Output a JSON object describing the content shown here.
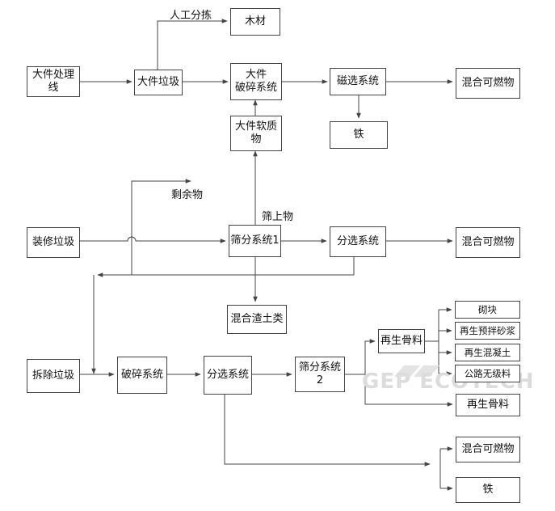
{
  "diagram": {
    "nodes": {
      "large_line": "大件处理线",
      "large_waste": "大件垃圾",
      "wood": "木材",
      "large_crush": "大件\n破碎系统",
      "magnetic": "磁选系统",
      "mixed_fuel_1": "混合可燃物",
      "iron_1": "铁",
      "large_soft": "大件软质物",
      "decoration_waste": "装修垃圾",
      "screen_1": "筛分系统1",
      "sort_1": "分选系统",
      "mixed_fuel_2": "混合可燃物",
      "mixed_soil": "混合渣土类",
      "demolition_waste": "拆除垃圾",
      "crush": "破碎系统",
      "sort_2": "分选系统",
      "screen_2": "筛分系统2",
      "recycled_agg_1": "再生骨料",
      "brick": "砌块",
      "premix_mortar": "再生预拌砂浆",
      "recycled_concrete": "再生混凝土",
      "road_material": "公路无级料",
      "recycled_agg_2": "再生骨料",
      "mixed_fuel_3": "混合可燃物",
      "iron_2": "铁"
    },
    "edge_labels": {
      "manual_sort": "人工分拣",
      "remainder": "剩余物",
      "oversize": "筛上物"
    },
    "watermark": {
      "text": "GEP ECOTECH"
    },
    "colors": {
      "line": "#444444",
      "box_border": "#444444",
      "watermark": "#dcdcdc"
    }
  }
}
